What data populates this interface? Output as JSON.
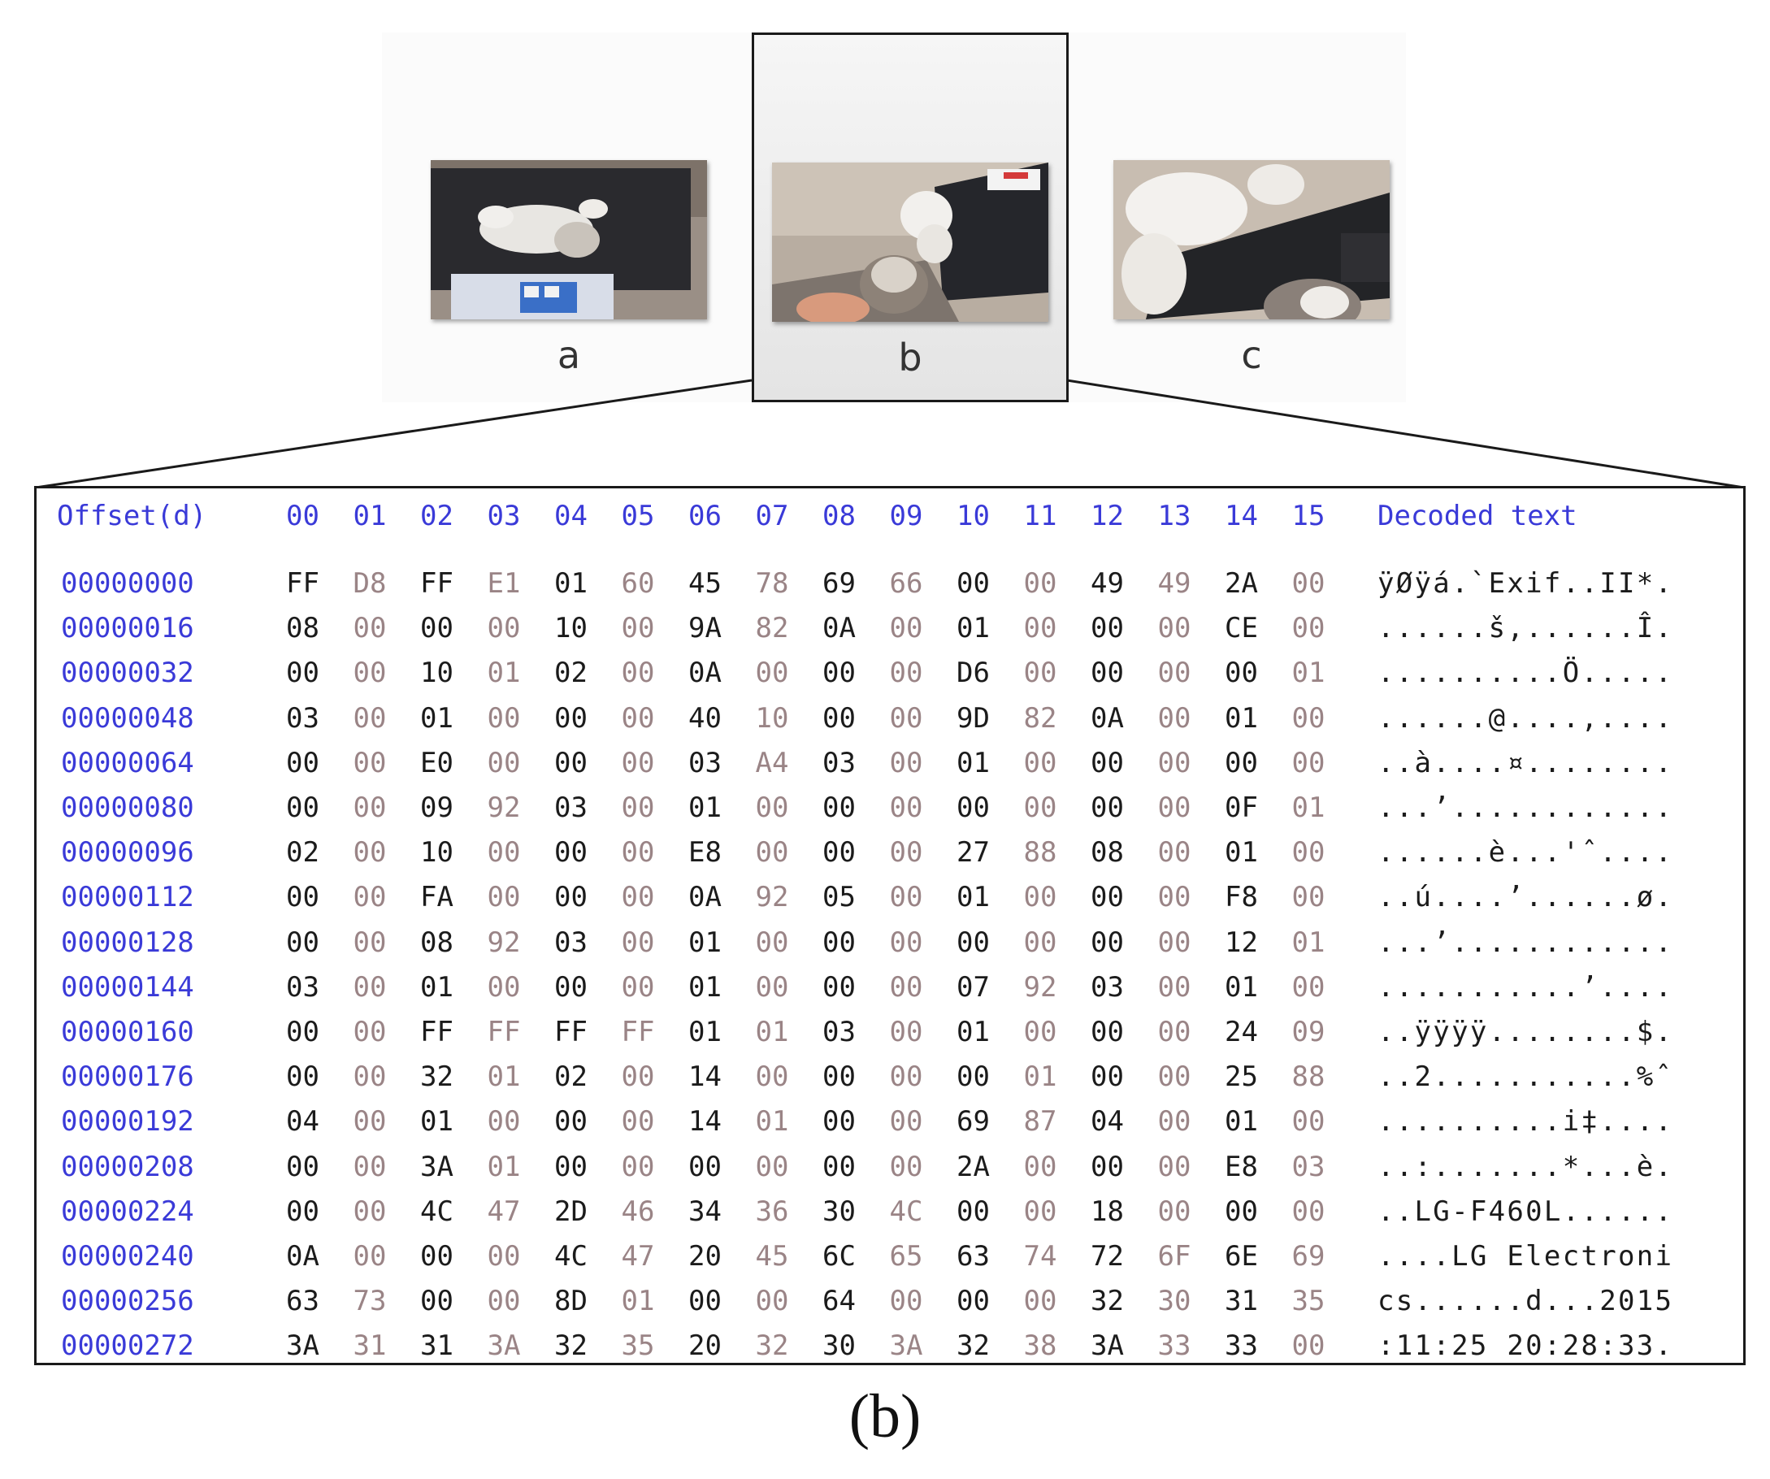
{
  "thumbnails": [
    {
      "label": "a",
      "selected": false
    },
    {
      "label": "b",
      "selected": true
    },
    {
      "label": "c",
      "selected": false
    }
  ],
  "hex_view": {
    "offset_header": "Offset(d)",
    "column_headers": [
      "00",
      "01",
      "02",
      "03",
      "04",
      "05",
      "06",
      "07",
      "08",
      "09",
      "10",
      "11",
      "12",
      "13",
      "14",
      "15"
    ],
    "decoded_header": "Decoded text",
    "rows": [
      {
        "offset": "00000000",
        "bytes": [
          "FF",
          "D8",
          "FF",
          "E1",
          "01",
          "60",
          "45",
          "78",
          "69",
          "66",
          "00",
          "00",
          "49",
          "49",
          "2A",
          "00"
        ],
        "decoded": "ÿØÿá.`Exif..II*."
      },
      {
        "offset": "00000016",
        "bytes": [
          "08",
          "00",
          "00",
          "00",
          "10",
          "00",
          "9A",
          "82",
          "0A",
          "00",
          "01",
          "00",
          "00",
          "00",
          "CE",
          "00"
        ],
        "decoded": "......š,......Î."
      },
      {
        "offset": "00000032",
        "bytes": [
          "00",
          "00",
          "10",
          "01",
          "02",
          "00",
          "0A",
          "00",
          "00",
          "00",
          "D6",
          "00",
          "00",
          "00",
          "00",
          "01"
        ],
        "decoded": "..........Ö....."
      },
      {
        "offset": "00000048",
        "bytes": [
          "03",
          "00",
          "01",
          "00",
          "00",
          "00",
          "40",
          "10",
          "00",
          "00",
          "9D",
          "82",
          "0A",
          "00",
          "01",
          "00"
        ],
        "decoded": "......@....,...."
      },
      {
        "offset": "00000064",
        "bytes": [
          "00",
          "00",
          "E0",
          "00",
          "00",
          "00",
          "03",
          "A4",
          "03",
          "00",
          "01",
          "00",
          "00",
          "00",
          "00",
          "00"
        ],
        "decoded": "..à....¤........"
      },
      {
        "offset": "00000080",
        "bytes": [
          "00",
          "00",
          "09",
          "92",
          "03",
          "00",
          "01",
          "00",
          "00",
          "00",
          "00",
          "00",
          "00",
          "00",
          "0F",
          "01"
        ],
        "decoded": "...’............"
      },
      {
        "offset": "00000096",
        "bytes": [
          "02",
          "00",
          "10",
          "00",
          "00",
          "00",
          "E8",
          "00",
          "00",
          "00",
          "27",
          "88",
          "08",
          "00",
          "01",
          "00"
        ],
        "decoded": "......è...'ˆ...."
      },
      {
        "offset": "00000112",
        "bytes": [
          "00",
          "00",
          "FA",
          "00",
          "00",
          "00",
          "0A",
          "92",
          "05",
          "00",
          "01",
          "00",
          "00",
          "00",
          "F8",
          "00"
        ],
        "decoded": "..ú....’......ø."
      },
      {
        "offset": "00000128",
        "bytes": [
          "00",
          "00",
          "08",
          "92",
          "03",
          "00",
          "01",
          "00",
          "00",
          "00",
          "00",
          "00",
          "00",
          "00",
          "12",
          "01"
        ],
        "decoded": "...’............"
      },
      {
        "offset": "00000144",
        "bytes": [
          "03",
          "00",
          "01",
          "00",
          "00",
          "00",
          "01",
          "00",
          "00",
          "00",
          "07",
          "92",
          "03",
          "00",
          "01",
          "00"
        ],
        "decoded": "...........’...."
      },
      {
        "offset": "00000160",
        "bytes": [
          "00",
          "00",
          "FF",
          "FF",
          "FF",
          "FF",
          "01",
          "01",
          "03",
          "00",
          "01",
          "00",
          "00",
          "00",
          "24",
          "09"
        ],
        "decoded": "..ÿÿÿÿ........$."
      },
      {
        "offset": "00000176",
        "bytes": [
          "00",
          "00",
          "32",
          "01",
          "02",
          "00",
          "14",
          "00",
          "00",
          "00",
          "00",
          "01",
          "00",
          "00",
          "25",
          "88"
        ],
        "decoded": "..2...........%ˆ"
      },
      {
        "offset": "00000192",
        "bytes": [
          "04",
          "00",
          "01",
          "00",
          "00",
          "00",
          "14",
          "01",
          "00",
          "00",
          "69",
          "87",
          "04",
          "00",
          "01",
          "00"
        ],
        "decoded": "..........i‡...."
      },
      {
        "offset": "00000208",
        "bytes": [
          "00",
          "00",
          "3A",
          "01",
          "00",
          "00",
          "00",
          "00",
          "00",
          "00",
          "2A",
          "00",
          "00",
          "00",
          "E8",
          "03"
        ],
        "decoded": "..:.......*...è."
      },
      {
        "offset": "00000224",
        "bytes": [
          "00",
          "00",
          "4C",
          "47",
          "2D",
          "46",
          "34",
          "36",
          "30",
          "4C",
          "00",
          "00",
          "18",
          "00",
          "00",
          "00"
        ],
        "decoded": "..LG-F460L......"
      },
      {
        "offset": "00000240",
        "bytes": [
          "0A",
          "00",
          "00",
          "00",
          "4C",
          "47",
          "20",
          "45",
          "6C",
          "65",
          "63",
          "74",
          "72",
          "6F",
          "6E",
          "69"
        ],
        "decoded": "....LG Electroni"
      },
      {
        "offset": "00000256",
        "bytes": [
          "63",
          "73",
          "00",
          "00",
          "8D",
          "01",
          "00",
          "00",
          "64",
          "00",
          "00",
          "00",
          "32",
          "30",
          "31",
          "35"
        ],
        "decoded": "cs......d...2015"
      },
      {
        "offset": "00000272",
        "bytes": [
          "3A",
          "31",
          "31",
          "3A",
          "32",
          "35",
          "20",
          "32",
          "30",
          "3A",
          "32",
          "38",
          "3A",
          "33",
          "33",
          "00"
        ],
        "decoded": ":11:25 20:28:33."
      }
    ]
  },
  "caption": "(b)",
  "colors": {
    "offset_text": "#3a3ad8",
    "byte_even": "#1b1b1b",
    "byte_odd": "#9a8486"
  }
}
